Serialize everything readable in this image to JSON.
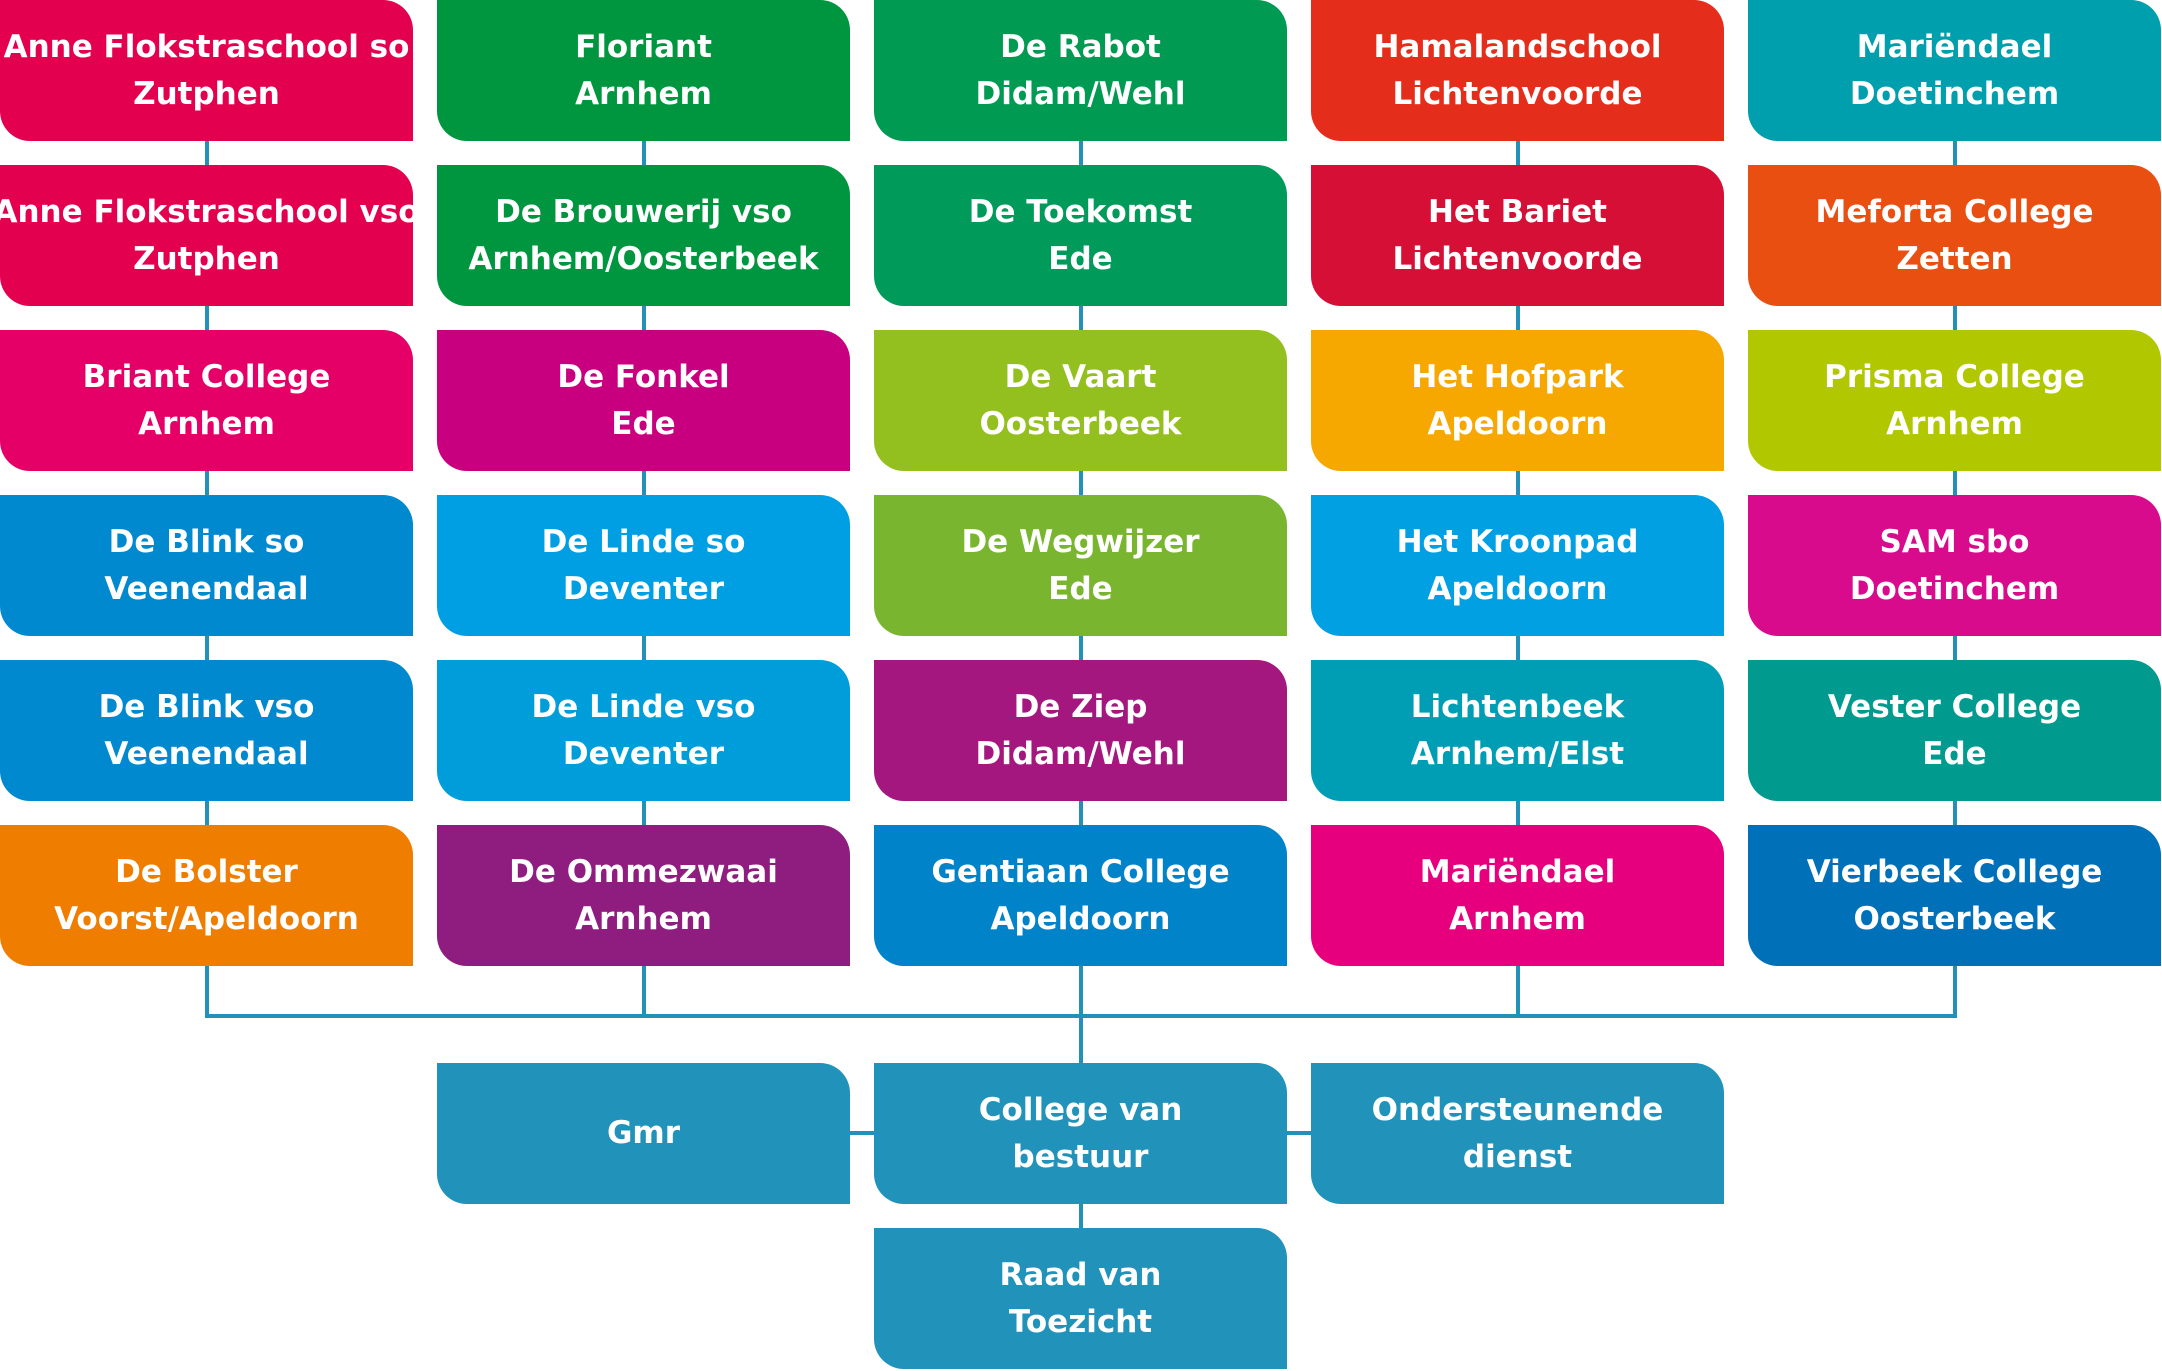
{
  "columns": [
    [
      {
        "name": "Anne Flokstraschool so",
        "city": "Zutphen",
        "color": "#e3004f"
      },
      {
        "name": "Anne Flokstraschool vso",
        "city": "Zutphen",
        "color": "#e3004f"
      },
      {
        "name": "Briant College",
        "city": "Arnhem",
        "color": "#e50068"
      },
      {
        "name": "De Blink so",
        "city": "Veenendaal",
        "color": "#0089cf"
      },
      {
        "name": "De Blink vso",
        "city": "Veenendaal",
        "color": "#0089cf"
      },
      {
        "name": "De Bolster",
        "city": "Voorst/Apeldoorn",
        "color": "#ef7d00"
      }
    ],
    [
      {
        "name": "Floriant",
        "city": "Arnhem",
        "color": "#00963f"
      },
      {
        "name": "De Brouwerij vso",
        "city": "Arnhem/Oosterbeek",
        "color": "#00963f"
      },
      {
        "name": "De Fonkel",
        "city": "Ede",
        "color": "#c8007f"
      },
      {
        "name": "De Linde so",
        "city": "Deventer",
        "color": "#009fe3"
      },
      {
        "name": "De Linde vso",
        "city": "Deventer",
        "color": "#009ddb"
      },
      {
        "name": "De Ommezwaai",
        "city": "Arnhem",
        "color": "#8e1d7f"
      }
    ],
    [
      {
        "name": "De Rabot",
        "city": "Didam/Wehl",
        "color": "#009a53"
      },
      {
        "name": "De Toekomst",
        "city": "Ede",
        "color": "#009a5a"
      },
      {
        "name": "De Vaart",
        "city": "Oosterbeek",
        "color": "#93c01f"
      },
      {
        "name": "De Wegwijzer",
        "city": "Ede",
        "color": "#7ab530"
      },
      {
        "name": "De Ziep",
        "city": "Didam/Wehl",
        "color": "#a3177f"
      },
      {
        "name": "Gentiaan College",
        "city": "Apeldoorn",
        "color": "#0083c9"
      }
    ],
    [
      {
        "name": "Hamalandschool",
        "city": "Lichtenvoorde",
        "color": "#e52d1b"
      },
      {
        "name": "Het Bariet",
        "city": "Lichtenvoorde",
        "color": "#d50f35"
      },
      {
        "name": "Het Hofpark",
        "city": "Apeldoorn",
        "color": "#f6a800"
      },
      {
        "name": "Het Kroonpad",
        "city": "Apeldoorn",
        "color": "#00a0e2"
      },
      {
        "name": "Lichtenbeek",
        "city": "Arnhem/Elst",
        "color": "#009eb5"
      },
      {
        "name": "Mariëndael",
        "city": "Arnhem",
        "color": "#e6007d"
      }
    ],
    [
      {
        "name": "Mariëndael",
        "city": "Doetinchem",
        "color": "#009fae"
      },
      {
        "name": "Meforta College",
        "city": "Zetten",
        "color": "#e94f10"
      },
      {
        "name": "Prisma College",
        "city": "Arnhem",
        "color": "#b1c800"
      },
      {
        "name": "SAM sbo",
        "city": "Doetinchem",
        "color": "#d70b8c"
      },
      {
        "name": "Vester College",
        "city": "Ede",
        "color": "#009a8e"
      },
      {
        "name": "Vierbeek College",
        "city": "Oosterbeek",
        "color": "#0070b8"
      }
    ]
  ],
  "governance": {
    "gmr": {
      "label": "Gmr",
      "color": "#2192b9"
    },
    "college": {
      "line1": "College van",
      "line2": "bestuur",
      "color": "#2192b9"
    },
    "ondersteunende": {
      "line1": "Ondersteunende",
      "line2": "dienst",
      "color": "#2192b9"
    },
    "raad": {
      "line1": "Raad van",
      "line2": "Toezicht",
      "color": "#2192b9"
    }
  },
  "connector_color": "#2390b8"
}
